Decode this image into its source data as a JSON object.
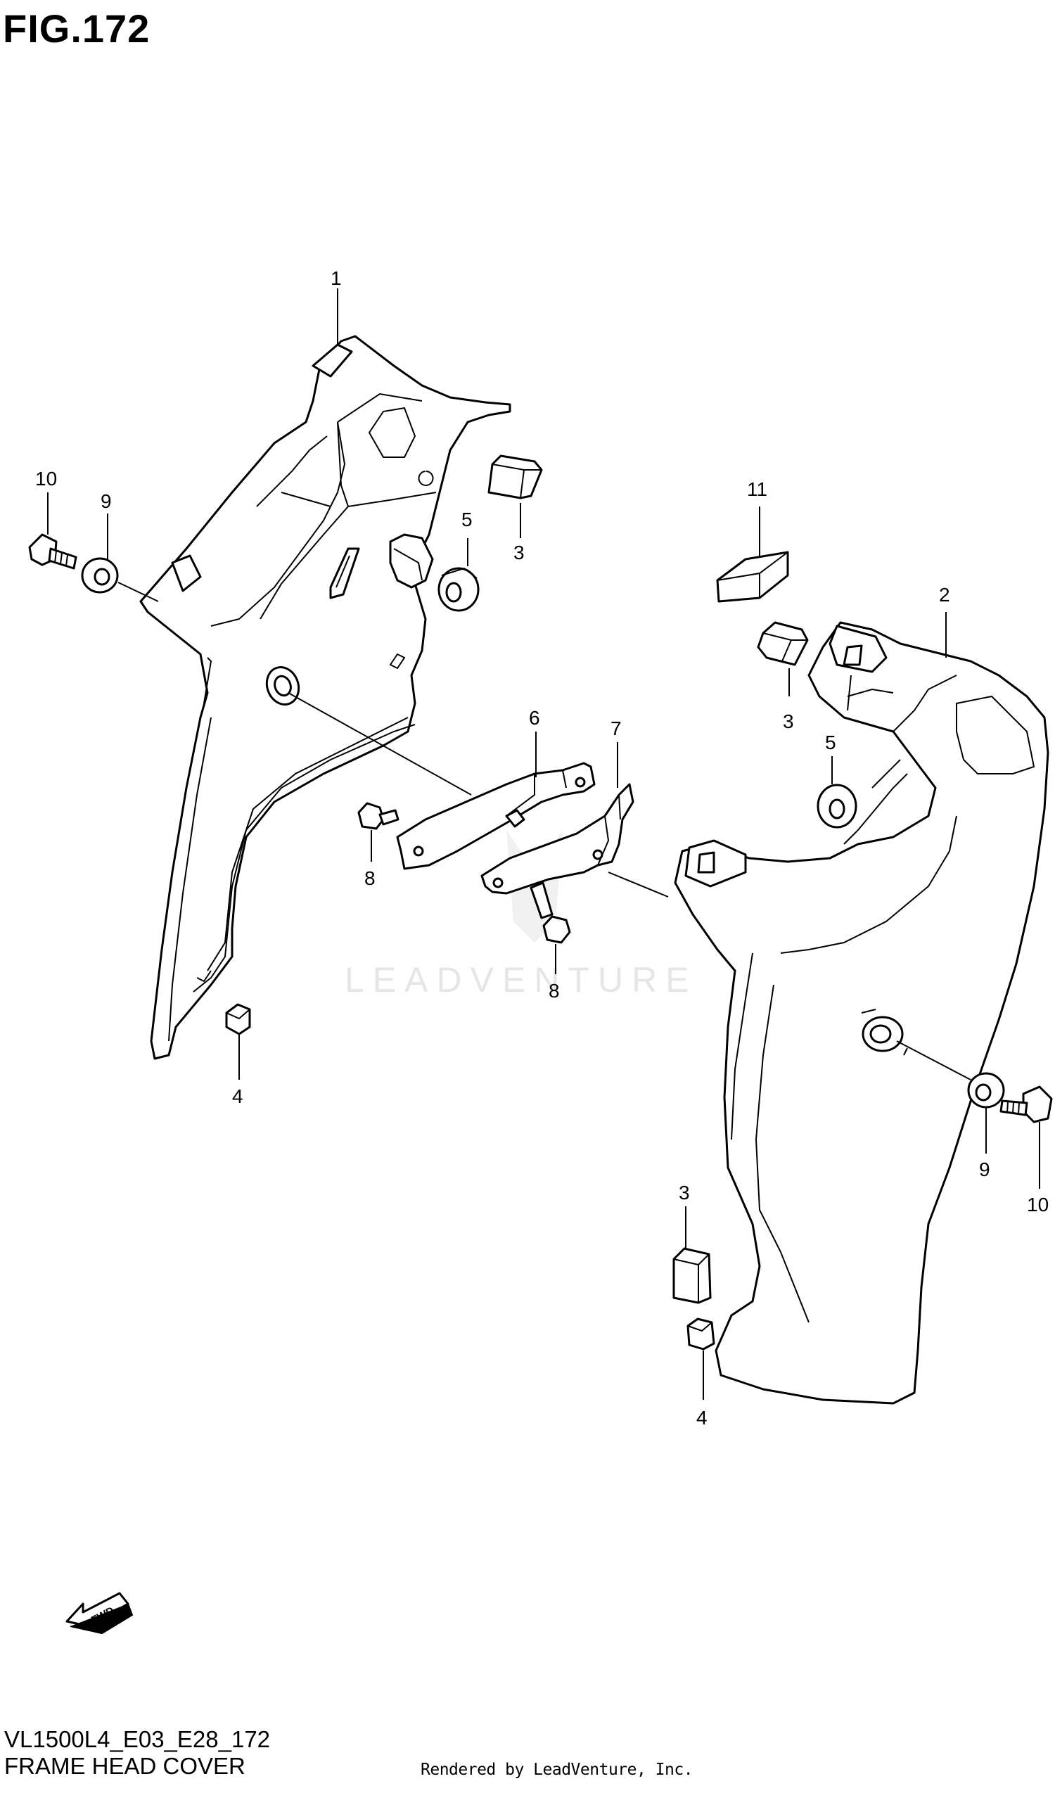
{
  "title": "FIG.172",
  "model_code": "VL1500L4_E03_E28_172",
  "subtitle": "FRAME HEAD COVER",
  "rendered_by": "Rendered by LeadVenture, Inc.",
  "watermark": "LEADVENTURE",
  "fwd_label": "FWD",
  "callouts": {
    "c1": "1",
    "c2": "2",
    "c3a": "3",
    "c3b": "3",
    "c3c": "3",
    "c4a": "4",
    "c4b": "4",
    "c5a": "5",
    "c5b": "5",
    "c6": "6",
    "c7": "7",
    "c8a": "8",
    "c8b": "8",
    "c9a": "9",
    "c9b": "9",
    "c10a": "10",
    "c10b": "10",
    "c11": "11"
  }
}
